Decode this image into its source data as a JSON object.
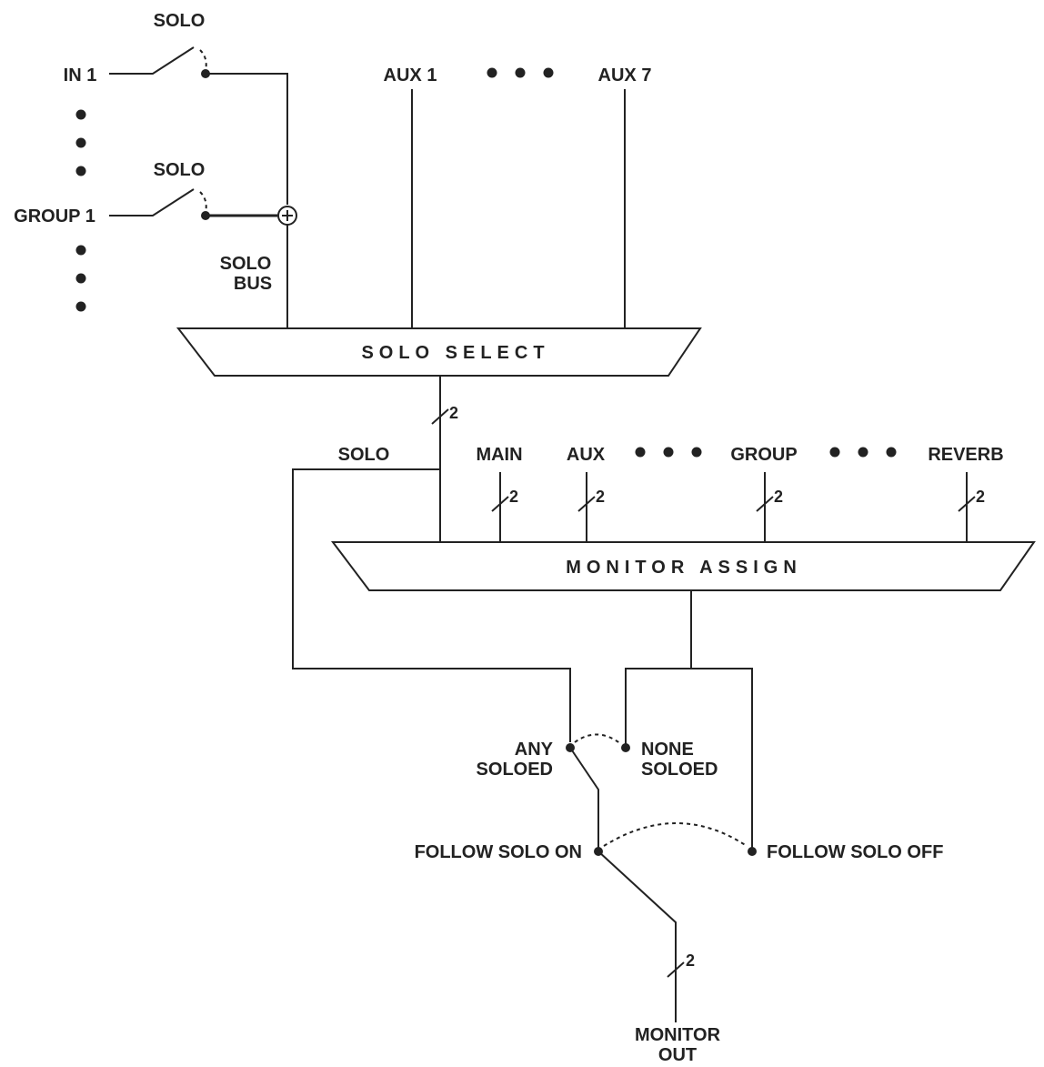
{
  "labels": {
    "solo_in1": "SOLO",
    "in1": "IN 1",
    "solo_group1": "SOLO",
    "group1": "GROUP 1",
    "solo_bus_line1": "SOLO",
    "solo_bus_line2": "BUS",
    "aux1": "AUX 1",
    "aux7": "AUX 7",
    "solo_feed": "SOLO",
    "main": "MAIN",
    "aux": "AUX",
    "group": "GROUP",
    "reverb": "REVERB",
    "any_soloed_line1": "ANY",
    "any_soloed_line2": "SOLOED",
    "none_soloed_line1": "NONE",
    "none_soloed_line2": "SOLOED",
    "follow_solo_on": "FOLLOW SOLO ON",
    "follow_solo_off": "FOLLOW SOLO OFF",
    "monitor_out_line1": "MONITOR",
    "monitor_out_line2": "OUT"
  },
  "blocks": {
    "solo_select": "SOLO SELECT",
    "monitor_assign": "MONITOR ASSIGN"
  },
  "bus_widths": {
    "solo_select_out": "2",
    "main": "2",
    "aux": "2",
    "group": "2",
    "reverb": "2",
    "monitor_out": "2"
  }
}
